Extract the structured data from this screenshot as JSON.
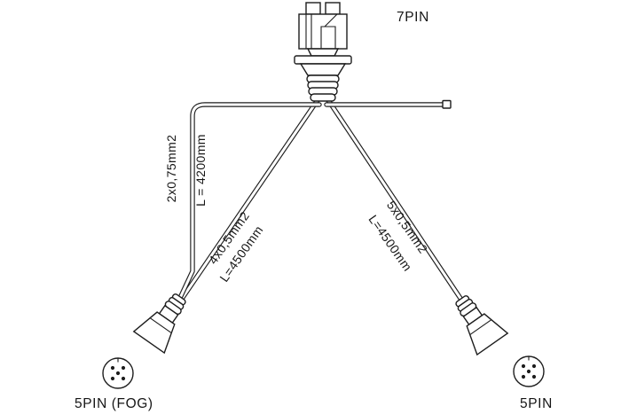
{
  "diagram": {
    "type": "trailer-wiring-harness",
    "top_connector": {
      "label": "7PIN"
    },
    "cables": {
      "left": {
        "spec": "2x0,75mm2",
        "length": "L = 4200mm"
      },
      "fog": {
        "spec": "4x0,5mm2",
        "length": "L=4500mm"
      },
      "right": {
        "spec": "5x0,5mm2",
        "length": "L=4500mm"
      }
    },
    "bottom_left_connector": {
      "label": "5PIN (FOG)"
    },
    "bottom_right_connector": {
      "label": "5PIN"
    },
    "colors": {
      "line": "#1d1d1d",
      "background": "#ffffff"
    }
  }
}
